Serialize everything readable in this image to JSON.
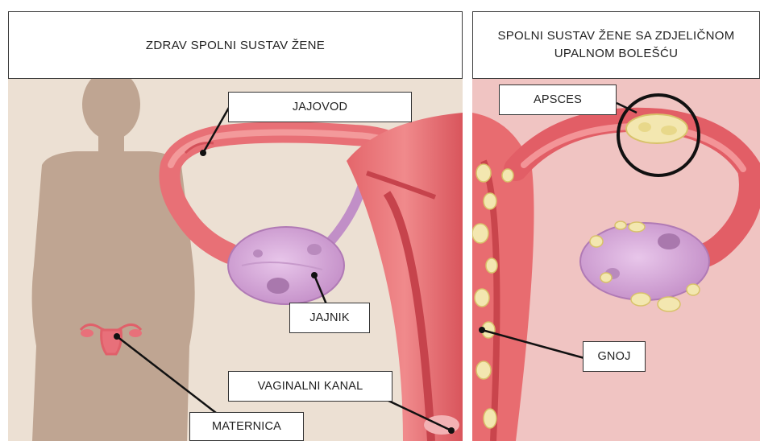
{
  "panels": {
    "left_title": "ZDRAV SPOLNI SUSTAV ŽENE",
    "right_title_line1": "SPOLNI SUSTAV ŽENE SA ZDJELIČNOM",
    "right_title_line2": "UPALNOM BOLEŠĆU"
  },
  "labels": {
    "jajovod": "JAJOVOD",
    "jajnik": "JAJNIK",
    "vaginalni_kanal": "VAGINALNI KANAL",
    "maternica": "MATERNICA",
    "apsces": "APSCES",
    "gnoj": "GNOJ"
  },
  "colors": {
    "left_background": "#ece0d3",
    "right_background": "#f0c4c2",
    "silhouette": "#bfa592",
    "tissue": "#e96f72",
    "tissue_dark": "#c9454c",
    "ovary": "#d6a7d9",
    "pus": "#f3e7b0",
    "leader_line": "#111111"
  }
}
